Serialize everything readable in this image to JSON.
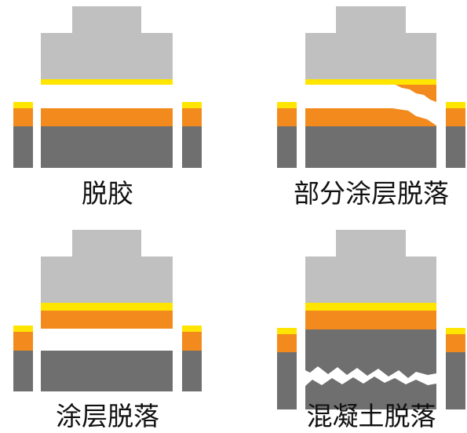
{
  "panels": [
    {
      "id": "debonding",
      "caption": "脱胶"
    },
    {
      "id": "partial-coating-spalling",
      "caption": "部分涂层脱落"
    },
    {
      "id": "coating-spalling",
      "caption": "涂层脱落"
    },
    {
      "id": "concrete-spalling",
      "caption": "混凝土脱落"
    }
  ],
  "colors": {
    "puller": "#c0c0c0",
    "adhesive": "#ffe500",
    "coating": "#f28a1e",
    "substrate": "#6f6f6f",
    "background": "#ffffff"
  }
}
